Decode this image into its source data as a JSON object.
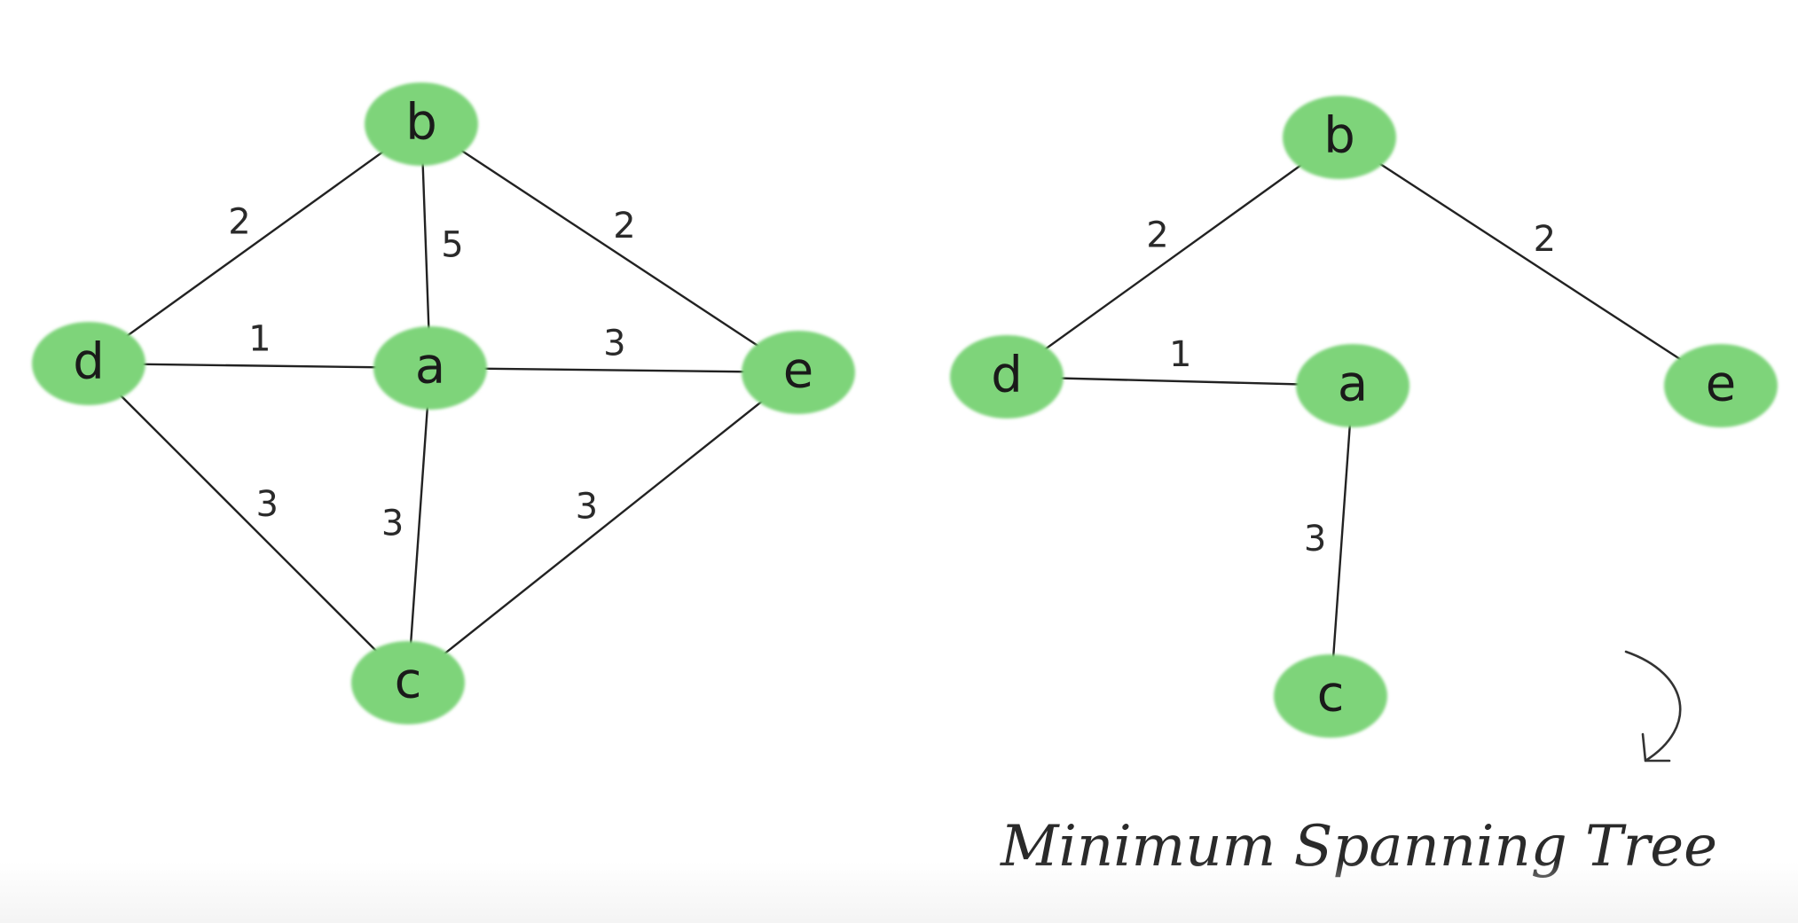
{
  "node_color": "#7ed47a",
  "graphs": [
    {
      "id": "original",
      "nodes": [
        {
          "id": "b",
          "label": "b"
        },
        {
          "id": "d",
          "label": "d"
        },
        {
          "id": "a",
          "label": "a"
        },
        {
          "id": "e",
          "label": "e"
        },
        {
          "id": "c",
          "label": "c"
        }
      ],
      "edges": [
        {
          "from": "d",
          "to": "b",
          "weight": "2"
        },
        {
          "from": "b",
          "to": "a",
          "weight": "5"
        },
        {
          "from": "b",
          "to": "e",
          "weight": "2"
        },
        {
          "from": "d",
          "to": "a",
          "weight": "1"
        },
        {
          "from": "a",
          "to": "e",
          "weight": "3"
        },
        {
          "from": "d",
          "to": "c",
          "weight": "3"
        },
        {
          "from": "a",
          "to": "c",
          "weight": "3"
        },
        {
          "from": "c",
          "to": "e",
          "weight": "3"
        }
      ]
    },
    {
      "id": "mst",
      "nodes": [
        {
          "id": "b",
          "label": "b"
        },
        {
          "id": "d",
          "label": "d"
        },
        {
          "id": "a",
          "label": "a"
        },
        {
          "id": "e",
          "label": "e"
        },
        {
          "id": "c",
          "label": "c"
        }
      ],
      "edges": [
        {
          "from": "d",
          "to": "b",
          "weight": "2"
        },
        {
          "from": "b",
          "to": "e",
          "weight": "2"
        },
        {
          "from": "d",
          "to": "a",
          "weight": "1"
        },
        {
          "from": "a",
          "to": "c",
          "weight": "3"
        }
      ]
    }
  ],
  "caption": "Minimum Spanning Tree"
}
